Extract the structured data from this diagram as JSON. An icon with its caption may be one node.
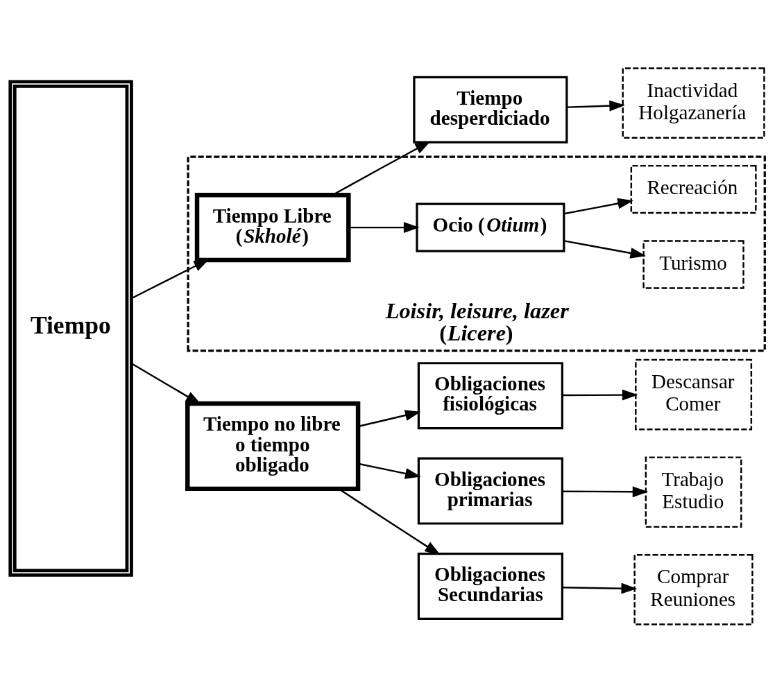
{
  "diagram": {
    "nodes": [
      {
        "text": [
          "Tiempo"
        ]
      },
      {
        "text": [
          "Tiempo no libre o tiempo obligado"
        ]
      },
      {
        "text": [
          "Obligaciones primarias"
        ]
      },
      {
        "text": [
          "Trabajo",
          "Estudio"
        ]
      },
      {
        "text": [
          "Obligaciones Secundarias"
        ]
      },
      {
        "text": [
          "Comprar",
          "Reuniones"
        ]
      },
      {
        "text": [
          "Obligaciones fisiológicas"
        ]
      },
      {
        "text": [
          "Descansar",
          "Comer"
        ]
      },
      {
        "text": [
          "Tiempo desperdiciado"
        ]
      },
      {
        "text": [
          "Inactividad",
          "Holgazanería"
        ]
      },
      {
        "text": [
          "*Loisir, leisure, lazer* (*Licere*)"
        ]
      },
      {
        "text": [
          "Tiempo Libre (*Skholé*)"
        ],
        "in": 10
      },
      {
        "text": [
          "Ocio (*Otium*)"
        ],
        "in": 10
      },
      {
        "text": [
          "Turismo"
        ],
        "in": 10
      },
      {
        "text": [
          "Recreación"
        ],
        "in": 10
      }
    ],
    "edges": [
      {
        "from": 0,
        "to": 1,
        "arrow": "to"
      },
      {
        "from": 0,
        "to": 11,
        "arrow": "to"
      },
      {
        "from": 1,
        "to": 2,
        "arrow": "to"
      },
      {
        "from": 1,
        "to": 4,
        "arrow": "to"
      },
      {
        "from": 1,
        "to": 6,
        "arrow": "to"
      },
      {
        "from": 2,
        "to": 3,
        "arrow": "to"
      },
      {
        "from": 4,
        "to": 5,
        "arrow": "to"
      },
      {
        "from": 6,
        "to": 7,
        "arrow": "to"
      },
      {
        "from": 11,
        "to": 8,
        "arrow": "to"
      },
      {
        "from": 8,
        "to": 9,
        "arrow": "to"
      },
      {
        "from": 11,
        "to": 12,
        "arrow": "to"
      },
      {
        "from": 12,
        "to": 13,
        "arrow": "to"
      },
      {
        "from": 12,
        "to": 14,
        "arrow": "to"
      }
    ]
  }
}
